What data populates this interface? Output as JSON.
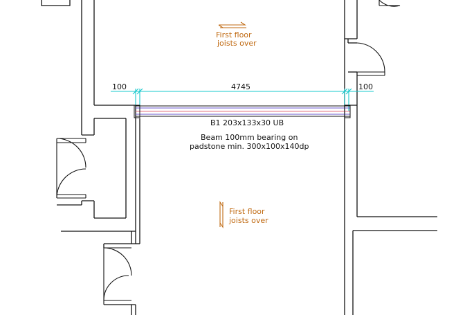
{
  "dimensions": {
    "left_bearing": "100",
    "span": "4745",
    "right_bearing": "100"
  },
  "beam": {
    "label": "B1 203x133x30 UB",
    "note_line1": "Beam 100mm bearing on",
    "note_line2": "padstone min. 300x100x140dp"
  },
  "joist_notes": {
    "upper": {
      "line1": "First floor",
      "line2": "joists over"
    },
    "lower": {
      "line1": "First floor",
      "line2": "joists over"
    }
  },
  "colors": {
    "dimension_line": "#16c8cc",
    "joist_annotation": "#c06a12",
    "beam_flange": "#6a5acd",
    "beam_web": "#e06070",
    "linework": "#111111"
  }
}
